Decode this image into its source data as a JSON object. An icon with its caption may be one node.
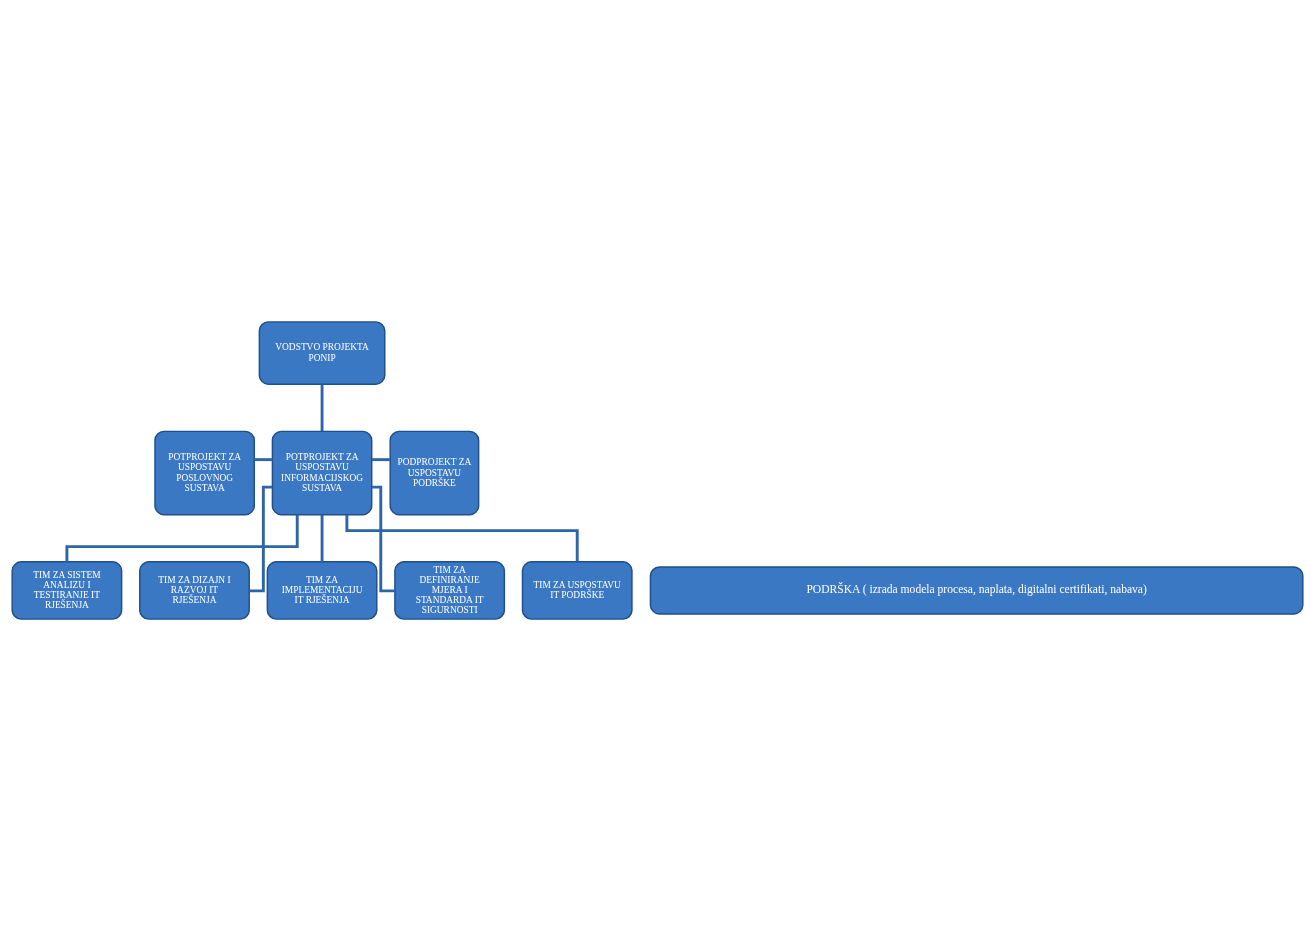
{
  "diagram": {
    "nodes": [
      {
        "text": [
          "VODSTVO PROJEKTA PONIP"
        ]
      },
      {
        "text": [
          "POTPROJEKT ZA USPOSTAVU POSLOVNOG SUSTAVA"
        ]
      },
      {
        "text": [
          "POTPROJEKT ZA USPOSTAVU INFORMACIJSKOG SUSTAVA"
        ]
      },
      {
        "text": [
          "PODPROJEKT ZA USPOSTAVU PODRŠKE"
        ]
      },
      {
        "text": [
          "TIM ZA SISTEM ANALIZU I TESTIRANJE IT RJEŠENJA"
        ]
      },
      {
        "text": [
          "TIM ZA DIZAJN I RAZVOJ IT RJEŠENJA"
        ]
      },
      {
        "text": [
          "TIM ZA IMPLEMENTACIJU IT RJEŠENJA"
        ]
      },
      {
        "text": [
          "TIM ZA DEFINIRANJE MJERA I STANDARDA IT SIGURNOSTI"
        ]
      },
      {
        "text": [
          "TIM ZA USPOSTAVU IT PODRŠKE"
        ]
      },
      {
        "text": [
          "PODRŠKA ( izrada modela procesa, naplata, digitalni certifikati, nabava)"
        ]
      }
    ],
    "edges": [
      {
        "from": 0,
        "to": 2,
        "arrow": "none"
      },
      {
        "from": 2,
        "to": 1,
        "arrow": "none"
      },
      {
        "from": 2,
        "to": 3,
        "arrow": "none"
      },
      {
        "from": 2,
        "to": 4,
        "arrow": "none"
      },
      {
        "from": 2,
        "to": 5,
        "arrow": "none"
      },
      {
        "from": 2,
        "to": 6,
        "arrow": "none"
      },
      {
        "from": 2,
        "to": 7,
        "arrow": "none"
      },
      {
        "from": 2,
        "to": 8,
        "arrow": "none"
      }
    ]
  }
}
